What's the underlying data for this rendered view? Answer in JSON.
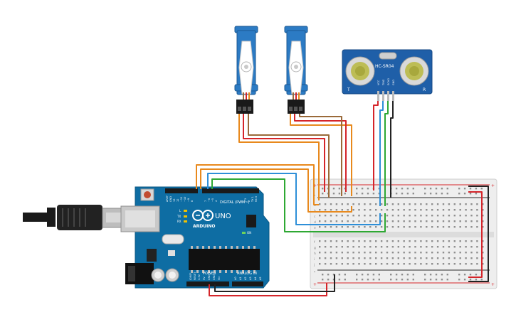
{
  "arduino": {
    "brand": "ARDUINO",
    "model": "UNO",
    "digital_header": "DIGITAL (PWM~)",
    "power_header": "POWER",
    "analog_header": "ANALOG IN",
    "pin_labels": {
      "aref": "AREF",
      "gnd": "GND",
      "ioref": "IOREF",
      "reset": "RESET",
      "v33": "3.3V",
      "v5": "5V",
      "vin": "Vin",
      "d13": "13",
      "d12": "12",
      "d11": "~11",
      "d10": "~10",
      "d9": "~9",
      "d8": "8",
      "d7": "7",
      "d6": "~6",
      "d5": "~5",
      "d4": "4",
      "d3": "~3",
      "d2": "2",
      "tx1": "TX 1",
      "rx0": "RX 0",
      "a0": "A0",
      "a1": "A1",
      "a2": "A2",
      "a3": "A3",
      "a4": "A4",
      "a5": "A5"
    },
    "led_labels": {
      "l": "L",
      "tx": "TX",
      "rx": "RX",
      "on": "ON"
    }
  },
  "sensor": {
    "model": "HC-SR04",
    "pins": [
      "VCC",
      "TRIG",
      "ECHO",
      "GND"
    ],
    "left_mark": "T",
    "right_mark": "R"
  },
  "breadboard": {
    "plus": "+",
    "minus": "-",
    "top_letters": [
      "a",
      "b",
      "c",
      "d",
      "e"
    ],
    "bottom_letters": [
      "f",
      "g",
      "h",
      "i",
      "j"
    ]
  },
  "colors": {
    "board": "#0e6da3",
    "servo": "#2c7bc4",
    "sensor_pcb": "#1f5fa8",
    "wire_orange": "#e8891d",
    "wire_brown": "#9a6a3a",
    "wire_red": "#d5252a",
    "wire_blue": "#2e8fd8",
    "wire_green": "#2ea833",
    "wire_black": "#222222"
  }
}
